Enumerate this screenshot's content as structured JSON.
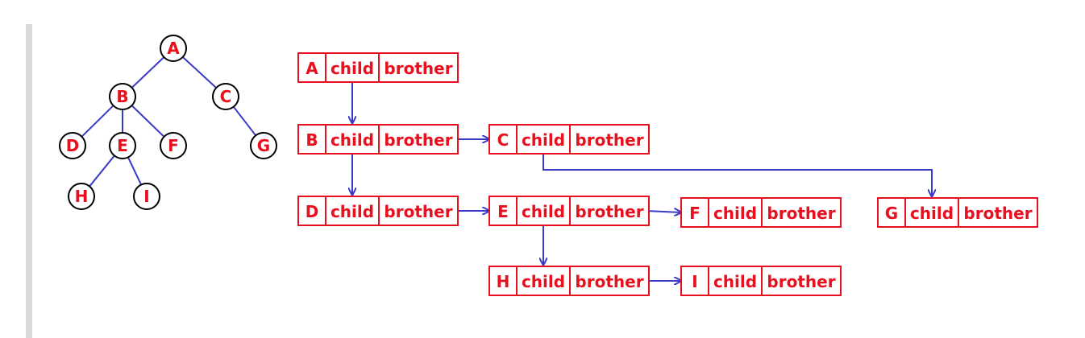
{
  "colors": {
    "node_text": "#e8101e",
    "node_outline": "#000000",
    "box_border": "#e8101e",
    "edge": "#3a3ac8",
    "rule": "#d9d9d9"
  },
  "tree": {
    "nodes": [
      {
        "id": "A",
        "label": "A"
      },
      {
        "id": "B",
        "label": "B"
      },
      {
        "id": "C",
        "label": "C"
      },
      {
        "id": "D",
        "label": "D"
      },
      {
        "id": "E",
        "label": "E"
      },
      {
        "id": "F",
        "label": "F"
      },
      {
        "id": "G",
        "label": "G"
      },
      {
        "id": "H",
        "label": "H"
      },
      {
        "id": "I",
        "label": "I"
      }
    ],
    "edges": [
      [
        "A",
        "B"
      ],
      [
        "A",
        "C"
      ],
      [
        "B",
        "D"
      ],
      [
        "B",
        "E"
      ],
      [
        "B",
        "F"
      ],
      [
        "C",
        "G"
      ],
      [
        "E",
        "H"
      ],
      [
        "E",
        "I"
      ]
    ]
  },
  "list": {
    "nodes": [
      {
        "id": "A",
        "name": "A",
        "child": "child",
        "brother": "brother"
      },
      {
        "id": "B",
        "name": "B",
        "child": "child",
        "brother": "brother"
      },
      {
        "id": "C",
        "name": "C",
        "child": "child",
        "brother": "brother"
      },
      {
        "id": "D",
        "name": "D",
        "child": "child",
        "brother": "brother"
      },
      {
        "id": "E",
        "name": "E",
        "child": "child",
        "brother": "brother"
      },
      {
        "id": "F",
        "name": "F",
        "child": "child",
        "brother": "brother"
      },
      {
        "id": "G",
        "name": "G",
        "child": "child",
        "brother": "brother"
      },
      {
        "id": "H",
        "name": "H",
        "child": "child",
        "brother": "brother"
      },
      {
        "id": "I",
        "name": "I",
        "child": "child",
        "brother": "brother"
      }
    ],
    "links": [
      {
        "from": "A",
        "to": "B",
        "kind": "child"
      },
      {
        "from": "B",
        "to": "D",
        "kind": "child"
      },
      {
        "from": "B",
        "to": "C",
        "kind": "brother"
      },
      {
        "from": "C",
        "to": "G",
        "kind": "child"
      },
      {
        "from": "D",
        "to": "E",
        "kind": "brother"
      },
      {
        "from": "E",
        "to": "F",
        "kind": "brother"
      },
      {
        "from": "E",
        "to": "H",
        "kind": "child"
      },
      {
        "from": "H",
        "to": "I",
        "kind": "brother"
      }
    ]
  }
}
